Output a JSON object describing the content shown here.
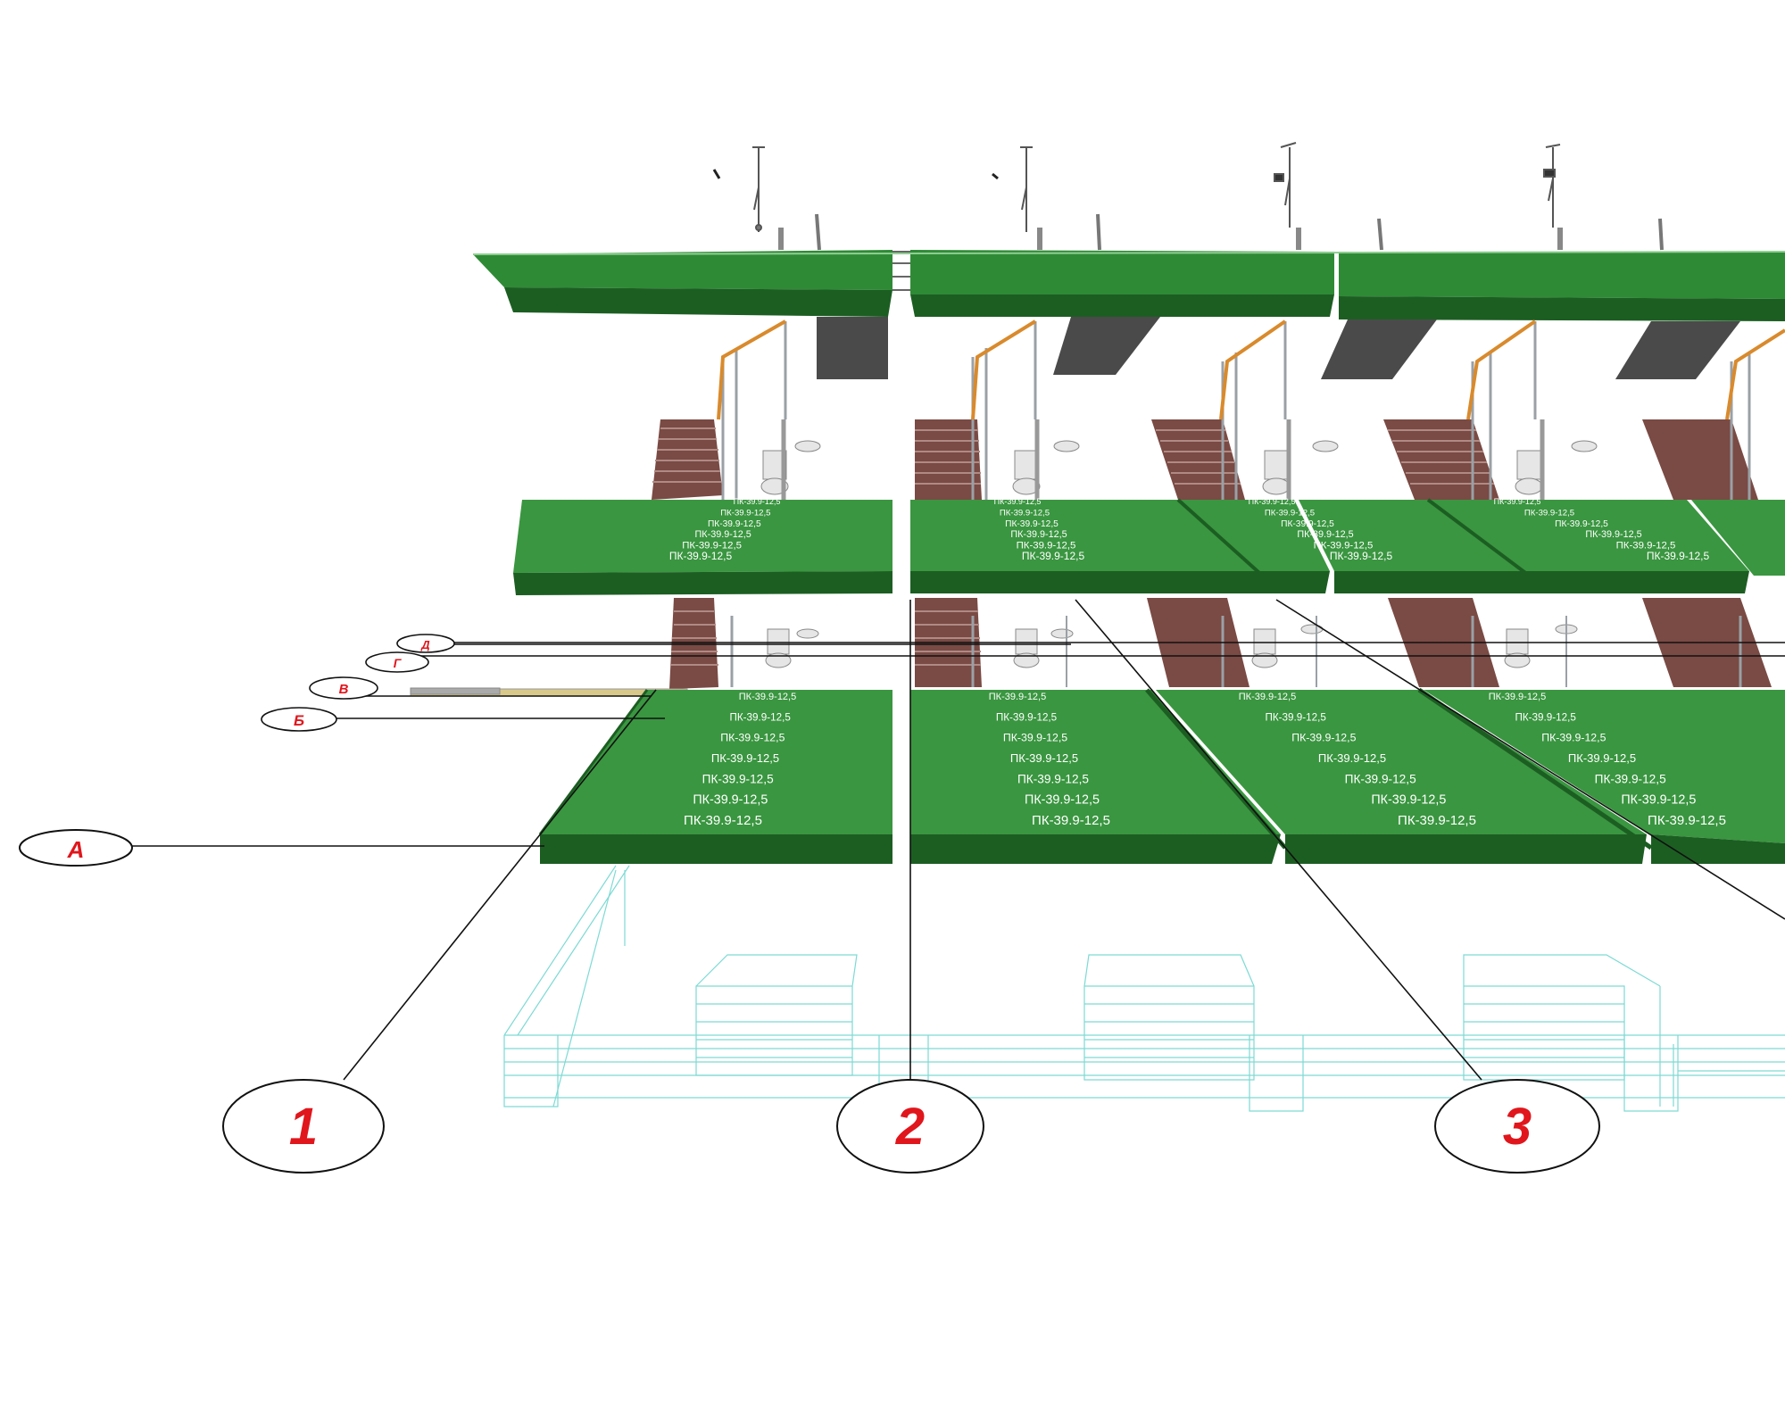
{
  "colors": {
    "slab_top": "#3a9640",
    "slab_front": "#2f8a36",
    "slab_dark": "#1c5e22",
    "axis_text": "#e0161c",
    "wireframe": "#6fd6d0",
    "stair": "#7a4a44",
    "rail": "#9aa0a6",
    "handrail": "#d98a2c"
  },
  "axes": {
    "numbers": [
      "1",
      "2",
      "3"
    ],
    "letters": [
      "А",
      "Б",
      "В",
      "Г",
      "Д"
    ]
  },
  "slab_label": "ПК-39.9-12,5",
  "slab_rows_floor1": 7,
  "slab_rows_floor2": 6,
  "fixtures": {
    "icons": [
      "shower-icon",
      "toilet-icon",
      "sink-icon",
      "staircase-icon",
      "railing-icon"
    ]
  }
}
